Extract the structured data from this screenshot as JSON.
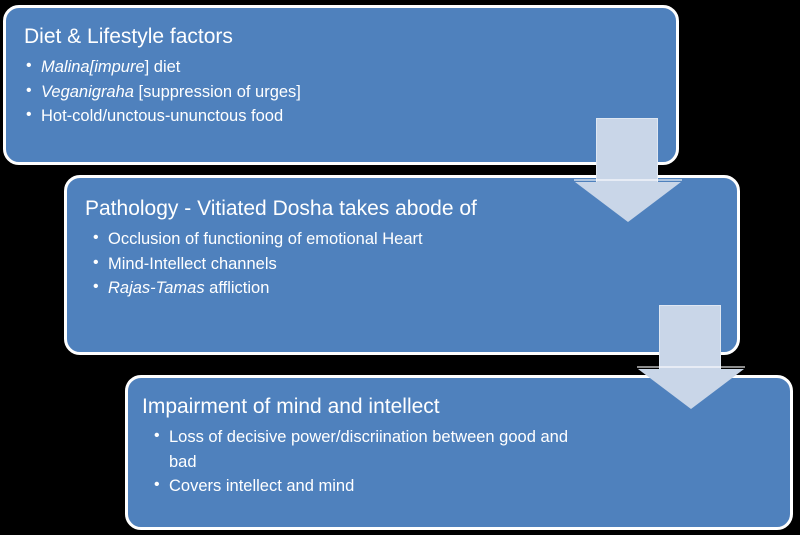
{
  "diagram": {
    "title": "Diet & Lifestyle factors to Impairment of mind and intellect",
    "box_color": "#4f81bd",
    "arrow_color": "#c9d6e8",
    "text_color": "#ffffff",
    "background_color": "#000000",
    "stages": [
      {
        "id": "diet-lifestyle",
        "heading": "Diet & Lifestyle factors",
        "bullets": [
          {
            "italic": "Malina[impure",
            "plain": "] diet"
          },
          {
            "italic": "Veganigraha",
            "plain": " [suppression of urges]"
          },
          {
            "italic": "",
            "plain": "Hot-cold/unctous-ununctous food"
          }
        ]
      },
      {
        "id": "pathology",
        "heading": "Pathology - Vitiated Dosha takes abode of",
        "bullets": [
          {
            "italic": "",
            "plain": "Occlusion of functioning of emotional Heart"
          },
          {
            "italic": "",
            "plain": "Mind-Intellect channels"
          },
          {
            "italic": "Rajas-Tamas",
            "plain": " affliction"
          }
        ]
      },
      {
        "id": "impairment",
        "heading": "Impairment of mind and intellect",
        "bullets": [
          {
            "italic": "",
            "plain": "Loss of decisive power/discriination between good and bad"
          },
          {
            "italic": "",
            "plain": "Covers intellect and mind"
          }
        ]
      }
    ],
    "connectors": [
      {
        "id": "arrow-stage1-to-stage2",
        "direction": "down",
        "icon": "down-arrow-icon"
      },
      {
        "id": "arrow-stage2-to-stage3",
        "direction": "down",
        "icon": "down-arrow-icon"
      }
    ]
  }
}
